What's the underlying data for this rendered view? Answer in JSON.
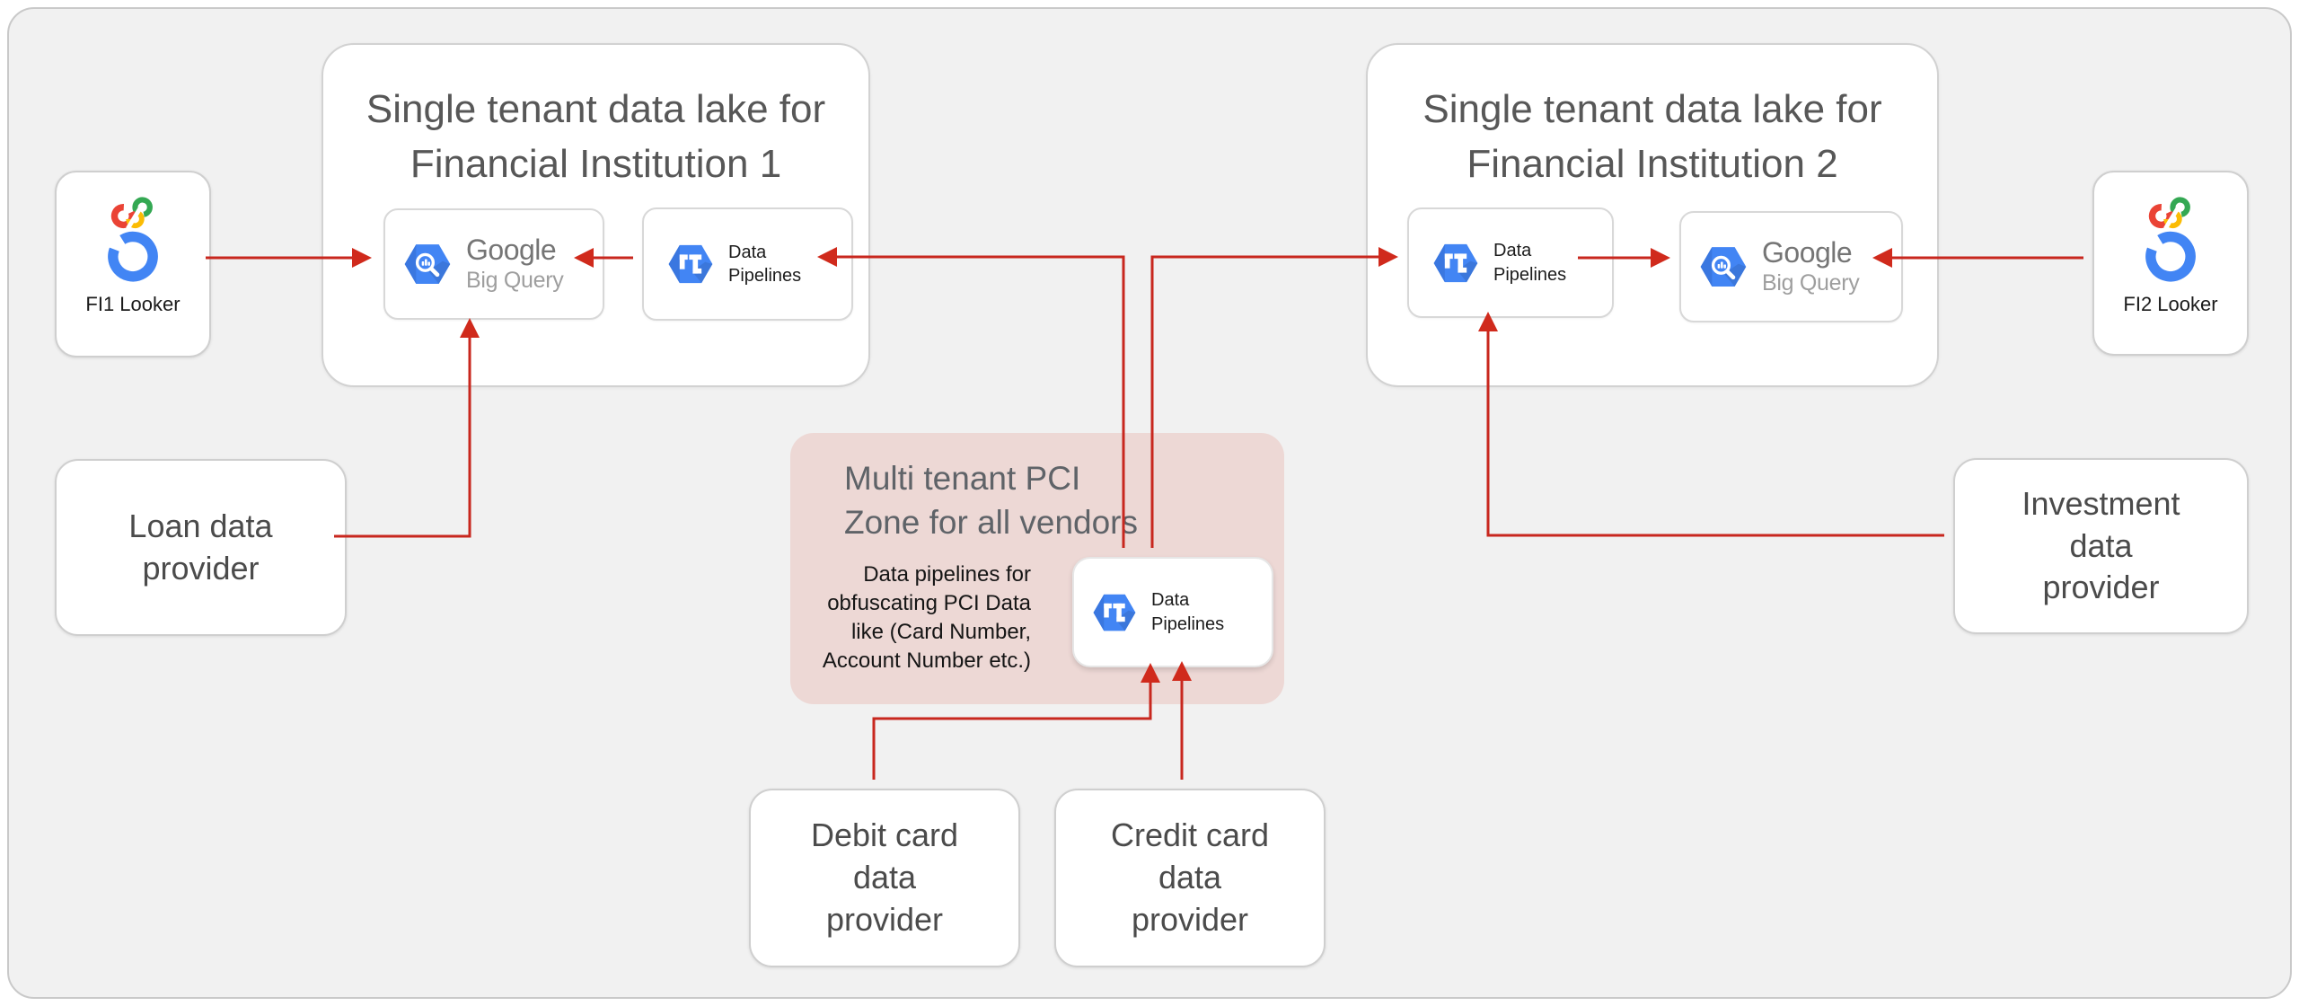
{
  "diagram": {
    "lakes": {
      "fi1": {
        "title": "Single tenant data lake for Financial Institution 1"
      },
      "fi2": {
        "title": "Single tenant data lake for Financial Institution 2"
      }
    },
    "services": {
      "bigquery": {
        "brand": "Google",
        "product": "Big Query"
      },
      "pipelines": {
        "label": "Data Pipelines"
      }
    },
    "lookers": {
      "fi1": {
        "label": "FI1 Looker"
      },
      "fi2": {
        "label": "FI2 Looker"
      }
    },
    "providers": {
      "loan": {
        "label": "Loan data provider"
      },
      "investment": {
        "label": "Investment data provider"
      },
      "debit": {
        "label": "Debit card data provider"
      },
      "credit": {
        "label": "Credit card data provider"
      }
    },
    "pci_zone": {
      "title": "Multi tenant PCI Zone for all vendors",
      "note": "Data pipelines for obfuscating PCI Data like (Card Number, Account Number etc.)"
    },
    "icons": {
      "bigquery": "bigquery-hexagon-icon",
      "pipelines": "data-pipelines-hexagon-icon",
      "looker": "looker-icon"
    },
    "colors": {
      "arrow_red": "#c8271e",
      "arrowhead_red": "#d02a1c",
      "pci_zone_fill": "#edd8d5",
      "gcp_blue": "#4285f4",
      "looker_red": "#ea4335",
      "looker_yellow": "#fbbc04",
      "looker_green": "#34a853",
      "title_gray": "#575757",
      "canvas_bg": "#f1f1f1",
      "canvas_border": "#c9c9c9"
    }
  }
}
